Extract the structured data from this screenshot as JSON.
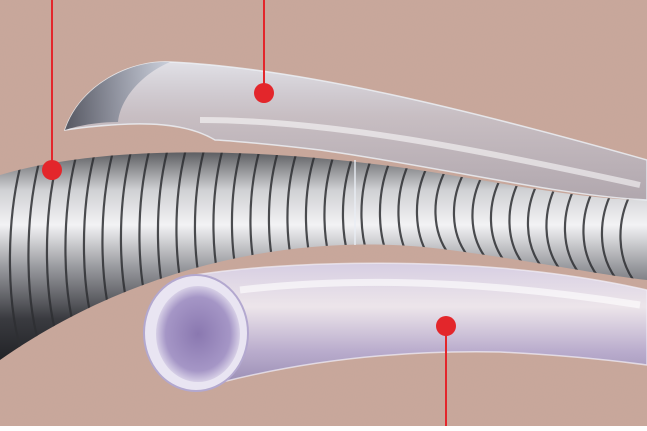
{
  "diagram": {
    "subject": "catheter-cross-section-illustration",
    "layers": [
      {
        "key": "coil_reinforced_tube",
        "icon": "coil-tube-icon"
      },
      {
        "key": "outer_clear_sleeve",
        "icon": "outer-sleeve-icon"
      },
      {
        "key": "inner_clear_liner",
        "icon": "inner-liner-icon"
      }
    ],
    "callouts": [
      {
        "target": "coil_reinforced_tube"
      },
      {
        "target": "outer_clear_sleeve"
      },
      {
        "target": "inner_clear_liner"
      }
    ],
    "colors": {
      "background": "#c9a89a",
      "callout": "#e3262b",
      "metal_light": "#e8e8ea",
      "metal_dark": "#2e2f33",
      "sleeve": "#cfd6e6",
      "liner": "#c9bfe0"
    }
  }
}
